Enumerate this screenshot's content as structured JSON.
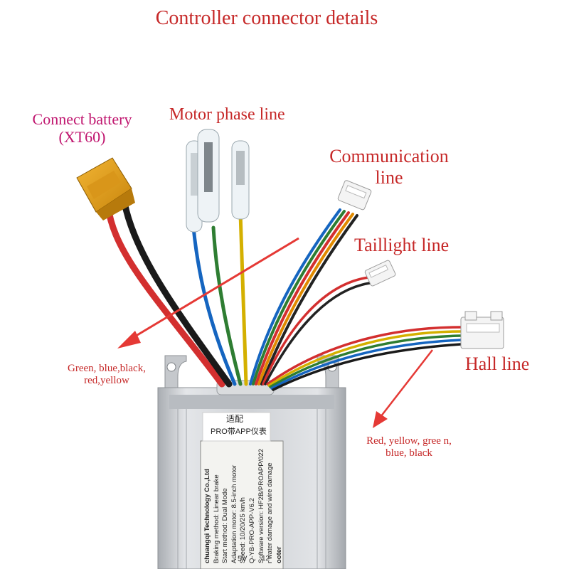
{
  "colors": {
    "label_red": "#c62828",
    "label_magenta": "#c0166f",
    "arrow_red": "#e53935",
    "wire_red": "#d32f2f",
    "wire_black": "#1a1a1a",
    "wire_blue": "#1565c0",
    "wire_green": "#2e7d32",
    "wire_yellow": "#d4b000",
    "xt60_yellow": "#e8a317",
    "aluminum": "#cfd2d6"
  },
  "labels": {
    "title": "Controller connector details",
    "battery_line1": "Connect battery",
    "battery_line2": "(XT60)",
    "motor_phase": "Motor phase line",
    "communication_line1": "Communication",
    "communication_line2": "line",
    "taillight": "Taillight line",
    "hall": "Hall line",
    "phase_colors": "Green, blue,black, red,yellow",
    "hall_colors": "Red, yellow, gree n, blue, black"
  },
  "controller": {
    "sticker_cn_line1": "适配",
    "sticker_cn_line2": "PRO带APP仪表",
    "company": "chuangqi Technology Co.,Ltd",
    "braking": "Braking method: Linear brake",
    "start": "Start method: Dual Mode",
    "motor": "Adaptation motor: 8.5-inch motor",
    "speed": "Speed: 10/20/25 km/h",
    "model": "Q-YB-PRO-APP-V6.2",
    "software": "Software version: HF2B/PROAPP/022",
    "warning": "r water damage and wire damage",
    "footer_left": "ooter",
    "footer_num": "12",
    "voltage": "5V"
  }
}
